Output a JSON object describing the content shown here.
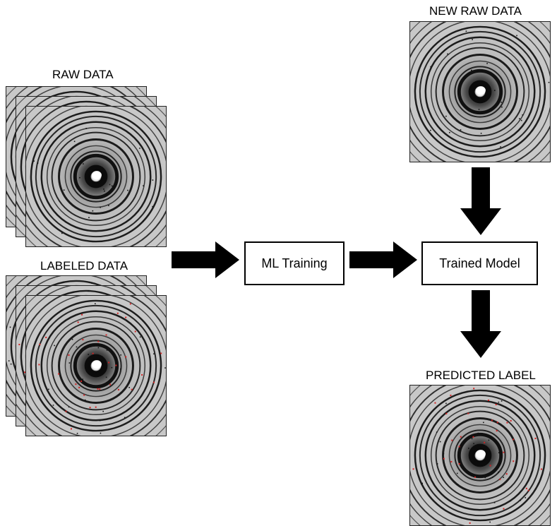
{
  "labels": {
    "raw_data": "RAW DATA",
    "labeled_data": "LABELED DATA",
    "new_raw_data": "NEW RAW DATA",
    "predicted_label": "PREDICTED LABEL"
  },
  "boxes": {
    "ml_training": "ML Training",
    "trained_model": "Trained Model"
  },
  "colors": {
    "arrow": "#000000",
    "ring": "#0a0a0a",
    "halo": "#141414",
    "label_spot": "#d22020"
  }
}
